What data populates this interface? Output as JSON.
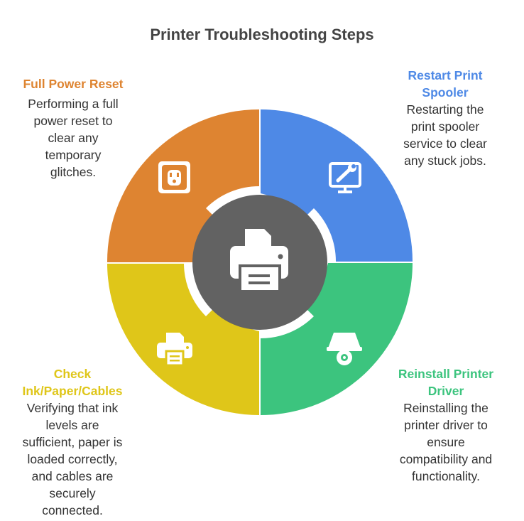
{
  "title": "Printer Troubleshooting Steps",
  "colors": {
    "orange": "#DE8431",
    "blue": "#4E89E6",
    "green": "#3CC47E",
    "yellow": "#DFC619",
    "center": "#626262",
    "text": "#333333"
  },
  "steps": [
    {
      "title": "Full Power Reset",
      "lines": [
        "Performing a full",
        "power reset to",
        "clear any",
        "temporary",
        "glitches."
      ],
      "icon": "power-outlet-icon",
      "color": "#DE8431"
    },
    {
      "title_lines": [
        "Restart Print",
        "Spooler"
      ],
      "lines": [
        "Restarting the",
        "print spooler",
        "service to clear",
        "any stuck jobs."
      ],
      "icon": "monitor-wrench-icon",
      "color": "#4E89E6"
    },
    {
      "title_lines": [
        "Check",
        "Ink/Paper/Cables"
      ],
      "lines": [
        "Verifying that ink",
        "levels are",
        "sufficient, paper is",
        "loaded correctly,",
        "and cables are",
        "securely",
        "connected."
      ],
      "icon": "printer-icon",
      "color": "#DFC619"
    },
    {
      "title_lines": [
        "Reinstall Printer",
        "Driver"
      ],
      "lines": [
        "Reinstalling the",
        "printer driver to",
        "ensure",
        "compatibility and",
        "functionality."
      ],
      "icon": "printer-gear-icon",
      "color": "#3CC47E"
    }
  ],
  "center_icon": "printer-icon"
}
